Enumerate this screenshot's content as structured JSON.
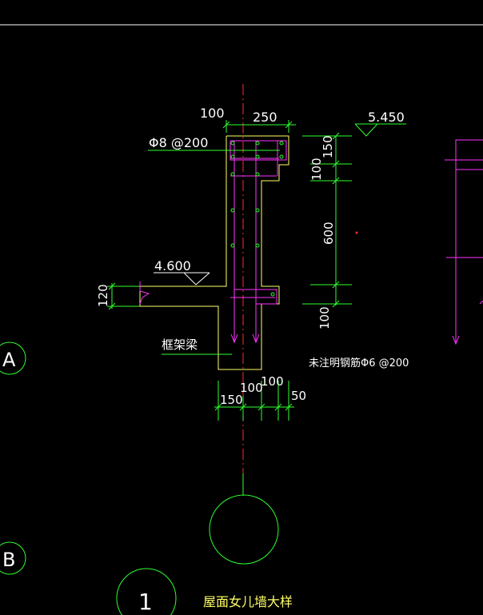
{
  "colors": {
    "background": "#000000",
    "frame_line": "#ffffff",
    "outline_yellow": "#ffff66",
    "dim_green": "#2fff2f",
    "rebar_magenta": "#ff33ff",
    "center_red": "#ff2a2a",
    "text_white": "#ffffff"
  },
  "dimensions": {
    "top_left": "100",
    "top_width": "250",
    "right_150": "150",
    "right_100": "100",
    "right_600": "600",
    "right_bottom_100": "100",
    "beam_depth": "120",
    "bottom_150": "150",
    "bottom_100a": "100",
    "bottom_100b": "100",
    "bottom_50": "50"
  },
  "elevations": {
    "top": "5.450",
    "floor": "4.600"
  },
  "labels": {
    "rebar_spec": "Φ8 @200",
    "frame_beam": "框架梁",
    "note_rebar": "未注明钢筋Φ6 @200",
    "detail_title": "屋面女儿墙大样"
  },
  "axes": {
    "a": "A",
    "b": "B",
    "detail_number": "1"
  }
}
